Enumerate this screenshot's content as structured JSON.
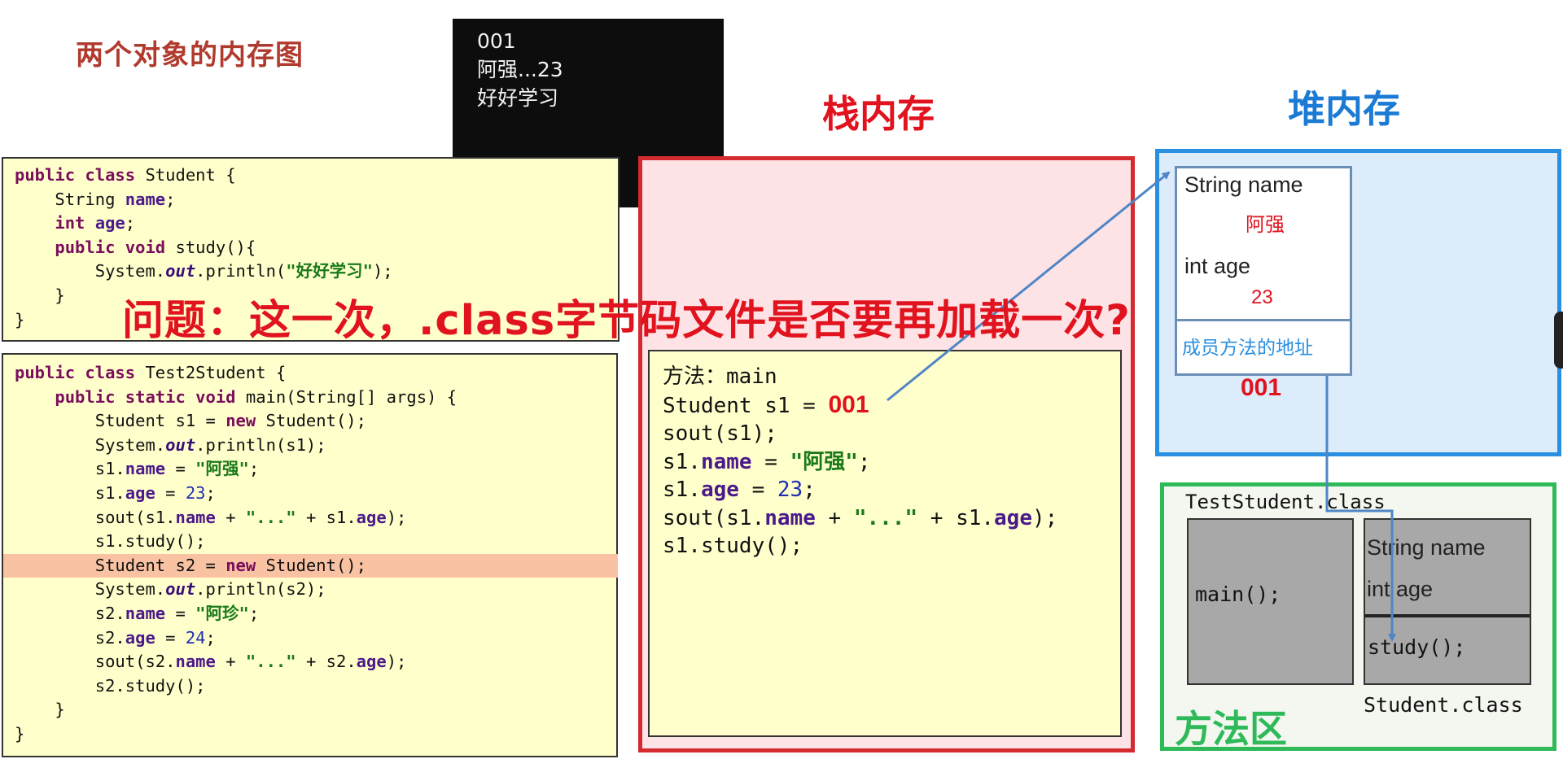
{
  "title": "两个对象的内存图",
  "console": {
    "lines": [
      "001",
      "阿强...23",
      "好好学习"
    ]
  },
  "student_class_code": {
    "line1_kw": "public class",
    "line1_rest": " Student {",
    "line2_type": "    String ",
    "line2_field": "name",
    "line2_end": ";",
    "line3_kw": "    int",
    "line3_sp": " ",
    "line3_field": "age",
    "line3_end": ";",
    "line4_kw": "    public void",
    "line4_rest": " study(){",
    "line5_pre": "        System.",
    "line5_out": "out",
    "line5_mid": ".println(",
    "line5_str": "\"好好学习\"",
    "line5_end": ");",
    "line6": "    }",
    "line7": "}"
  },
  "test_class_code": {
    "l1_kw": "public class",
    "l1_rest": " Test2Student {",
    "l2_kw": "    public static void",
    "l2_rest": " main(String[] args) {",
    "l3_pre": "        Student s1 = ",
    "l3_kw": "new",
    "l3_rest": " Student();",
    "l4_pre": "        System.",
    "l4_out": "out",
    "l4_rest": ".println(s1);",
    "l5_pre": "        s1.",
    "l5_field": "name",
    "l5_mid": " = ",
    "l5_str": "\"阿强\"",
    "l5_end": ";",
    "l6_pre": "        s1.",
    "l6_field": "age",
    "l6_mid": " = ",
    "l6_num": "23",
    "l6_end": ";",
    "l7_pre": "        sout(s1.",
    "l7_f1": "name",
    "l7_mid": " + ",
    "l7_str": "\"...\"",
    "l7_mid2": " + s1.",
    "l7_f2": "age",
    "l7_end": ");",
    "l8": "        s1.study();",
    "l9_pre": "        Student s2 = ",
    "l9_kw": "new",
    "l9_rest": " Student();",
    "l10_pre": "        System.",
    "l10_out": "out",
    "l10_rest": ".println(s2);",
    "l11_pre": "        s2.",
    "l11_field": "name",
    "l11_mid": " = ",
    "l11_str": "\"阿珍\"",
    "l11_end": ";",
    "l12_pre": "        s2.",
    "l12_field": "age",
    "l12_mid": " = ",
    "l12_num": "24",
    "l12_end": ";",
    "l13_pre": "        sout(s2.",
    "l13_f1": "name",
    "l13_mid": " + ",
    "l13_str": "\"...\"",
    "l13_mid2": " + s2.",
    "l13_f2": "age",
    "l13_end": ");",
    "l14": "        s2.study();",
    "l15": "    }",
    "l16": "}"
  },
  "stack": {
    "title": "栈内存",
    "f1": "方法：main",
    "f2_pre": "Student s1 = ",
    "f2_val": "001",
    "f3": "sout(s1);",
    "f4_pre": "s1.",
    "f4_field": "name",
    "f4_mid": " = ",
    "f4_str": "\"阿强\"",
    "f4_end": ";",
    "f5_pre": "s1.",
    "f5_field": "age",
    "f5_mid": " = ",
    "f5_num": "23",
    "f5_end": ";",
    "f6_pre": "sout(s1.",
    "f6_f1": "name",
    "f6_mid": " + ",
    "f6_str": "\"...\"",
    "f6_mid2": " + s1.",
    "f6_f2": "age",
    "f6_end": ");",
    "f7": "s1.study();"
  },
  "heap": {
    "title": "堆内存",
    "field1_label": "String name",
    "field1_value": "阿强",
    "field2_label": "int age",
    "field2_value": "23",
    "method_address": "成员方法的地址",
    "address": "001"
  },
  "method_area": {
    "title": "方法区",
    "test_class_label": "TestStudent.class",
    "main_method": "main();",
    "student_field1": "String name",
    "student_field2": "int age",
    "student_method": "study();",
    "student_class_label": "Student.class"
  },
  "question": "问题：这一次，.class字节码文件是否要再加载一次?",
  "colors": {
    "stack_border": "#d42a30",
    "heap_border": "#2a8fe0",
    "method_border": "#2fba5a",
    "question": "#e0131e"
  }
}
